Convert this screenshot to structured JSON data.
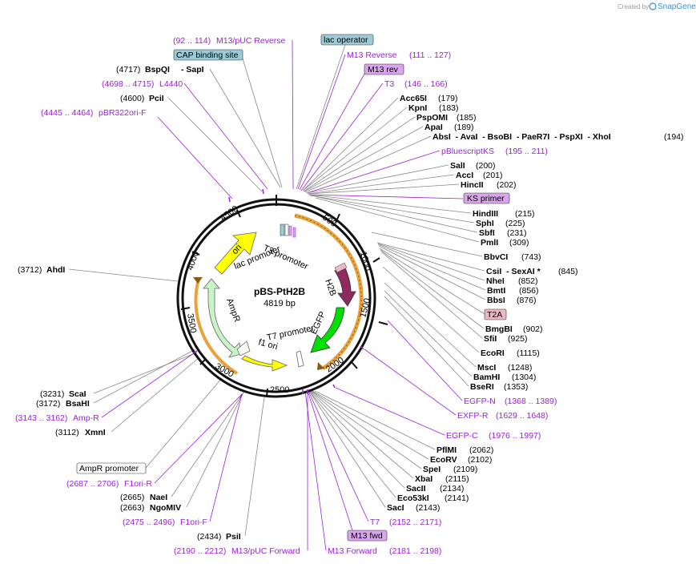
{
  "credit": {
    "prefix": "Created by",
    "brand": "SnapGene"
  },
  "plasmid": {
    "name": "pBS-PtH2B",
    "size": "4819 bp"
  },
  "ring_ticks": [
    "500",
    "1000",
    "1500",
    "2000",
    "2500",
    "3000",
    "3500",
    "4000",
    "4500"
  ],
  "features": {
    "lac_promoter": "lac promoter",
    "t3_promoter": "T3 promoter",
    "h2b": "H2B",
    "egfp": "EGFP",
    "t7_promoter": "T7 promoter",
    "f1_ori": "f1 ori",
    "ampr": "AmpR",
    "ori": "ori"
  },
  "labels_left": {
    "m13puc_rev_pos": "(92 .. 114)",
    "m13puc_rev": "M13/pUC Reverse",
    "cap_site": "CAP binding site",
    "bspqi_pos": "(4717)",
    "bspqi": "BspQI",
    "sapi": "- SapI",
    "l4440_pos": "(4698 .. 4715)",
    "l4440": "L4440",
    "pcii_pos": "(4600)",
    "pcii": "PciI",
    "pbr_pos": "(4445 .. 4464)",
    "pbr": "pBR322ori-F",
    "ahdi_pos": "(3712)",
    "ahdi": "AhdI",
    "scai_pos": "(3231)",
    "scai": "ScaI",
    "bsahi_pos": "(3172)",
    "bsahi": "BsaHI",
    "ampr_primer_pos": "(3143 .. 3162)",
    "ampr_primer": "Amp-R",
    "xmni_pos": "(3112)",
    "xmni": "XmnI",
    "ampr_promoter": "AmpR promoter",
    "f1orir_pos": "(2687 .. 2706)",
    "f1orir": "F1ori-R",
    "naei_pos": "(2665)",
    "naei": "NaeI",
    "ngomiv_pos": "(2663)",
    "ngomiv": "NgoMIV",
    "f1orif_pos": "(2475 .. 2496)",
    "f1orif": "F1ori-F",
    "psii_pos": "(2434)",
    "psii": "PsiI",
    "m13puc_fwd_pos": "(2190 .. 2212)",
    "m13puc_fwd": "M13/pUC Forward"
  },
  "labels_right": {
    "lac_operator": "lac operator",
    "m13rev": "M13 Reverse",
    "m13rev_pos": "(111 .. 127)",
    "m13rev_box": "M13 rev",
    "t3": "T3",
    "t3_pos": "(146 .. 166)",
    "acc65i": "Acc65I",
    "acc65i_pos": "(179)",
    "kpni": "KpnI",
    "kpni_pos": "(183)",
    "pspomi": "PspOMI",
    "pspomi_pos": "(185)",
    "apai": "ApaI",
    "apai_pos": "(189)",
    "absi_line": "AbsI  - AvaI  - BsoBI  - PaeR7I  - PspXI  - XhoI",
    "absi_pos": "(194)",
    "pbks": "pBluescriptKS",
    "pbks_pos": "(195 .. 211)",
    "sali": "SalI",
    "sali_pos": "(200)",
    "acci": "AccI",
    "acci_pos": "(201)",
    "hincii": "HincII",
    "hincii_pos": "(202)",
    "ks_primer": "KS primer",
    "hindiii": "HindIII",
    "hindiii_pos": "(215)",
    "sphi": "SphI",
    "sphi_pos": "(225)",
    "sbfi": "SbfI",
    "sbfi_pos": "(231)",
    "pmli": "PmlI",
    "pmli_pos": "(309)",
    "bbvci": "BbvCI",
    "bbvci_pos": "(743)",
    "csii_line": "CsiI  - SexAI *",
    "csii_pos": "(845)",
    "nhei": "NheI",
    "nhei_pos": "(852)",
    "bmti": "BmtI",
    "bmti_pos": "(856)",
    "bbsi": "BbsI",
    "bbsi_pos": "(876)",
    "t2a": "T2A",
    "bmgbi": "BmgBI",
    "bmgbi_pos": "(902)",
    "sfii": "SfiI",
    "sfii_pos": "(925)",
    "ecori": "EcoRI",
    "ecori_pos": "(1115)",
    "msci": "MscI",
    "msci_pos": "(1248)",
    "bamhi": "BamHI",
    "bamhi_pos": "(1304)",
    "bseri": "BseRI",
    "bseri_pos": "(1353)",
    "egfpn": "EGFP-N",
    "egfpn_pos": "(1368 .. 1389)",
    "exfpr": "EXFP-R",
    "exfpr_pos": "(1629 .. 1648)",
    "egfpc": "EGFP-C",
    "egfpc_pos": "(1976 .. 1997)",
    "pflmi": "PflMI",
    "pflmi_pos": "(2062)",
    "ecorv": "EcoRV",
    "ecorv_pos": "(2102)",
    "spei": "SpeI",
    "spei_pos": "(2109)",
    "xbai": "XbaI",
    "xbai_pos": "(2115)",
    "sacii": "SacII",
    "sacii_pos": "(2134)",
    "eco53ki": "Eco53kI",
    "eco53ki_pos": "(2141)",
    "saci": "SacI",
    "saci_pos": "(2143)",
    "t7": "T7",
    "t7_pos": "(2152 .. 2171)",
    "m13fwd_box": "M13 fwd",
    "m13fwd": "M13 Forward",
    "m13fwd_pos": "(2181 .. 2198)"
  },
  "colors": {
    "primer": "#9b22d6",
    "ampr": "#c8f5c8",
    "ori": "#ffff00",
    "f1ori": "#ffff00",
    "egfp": "#00e000",
    "h2b": "#8e2a5e",
    "orange_arc": "#e8a33c",
    "lac_operator_box": "#9ccbd8",
    "primer_box": "#d9a5ec",
    "t2a_box": "#e8b8c4"
  }
}
